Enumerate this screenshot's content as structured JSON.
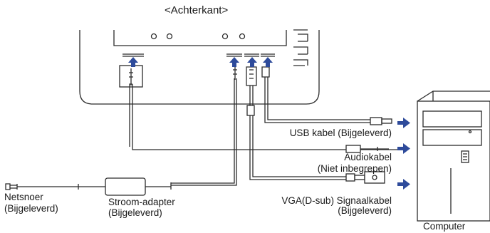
{
  "title": "<Achterkant>",
  "labels": {
    "usb": "USB kabel (Bijgeleverd)",
    "audio_1": "Audiokabel",
    "audio_2": "(Niet inbegrepen)",
    "vga_1": "VGA(D-sub) Signaalkabel",
    "vga_2": "(Bijgeleverd)",
    "mains_1": "Netsnoer",
    "mains_2": "(Bijgeleverd)",
    "adapter_1": "Stroom-adapter",
    "adapter_2": "(Bijgeleverd)",
    "computer": "Computer"
  },
  "colors": {
    "line": "#2b2b2b",
    "arrow": "#2e4b9b"
  }
}
